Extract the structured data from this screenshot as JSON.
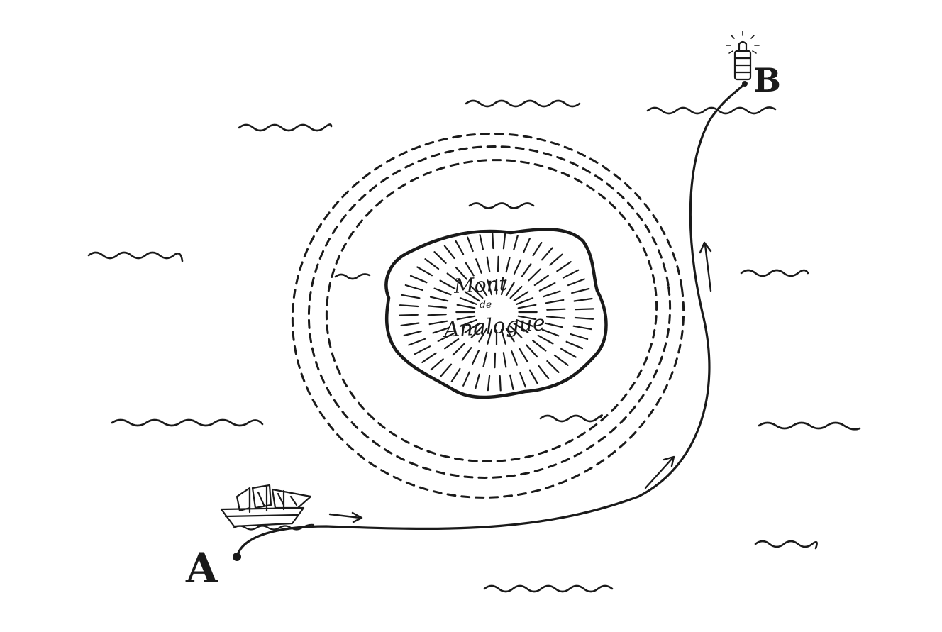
{
  "labels": {
    "start": "A",
    "end": "B"
  },
  "island": {
    "name_line1": "Mont",
    "name_line2": "de",
    "name_line3": "Analogue"
  },
  "colors": {
    "ink": "#1a1a1a",
    "paper": "#ffffff"
  },
  "icons": {
    "ship": "sailing-ship-icon",
    "lighthouse": "lighthouse-icon"
  }
}
